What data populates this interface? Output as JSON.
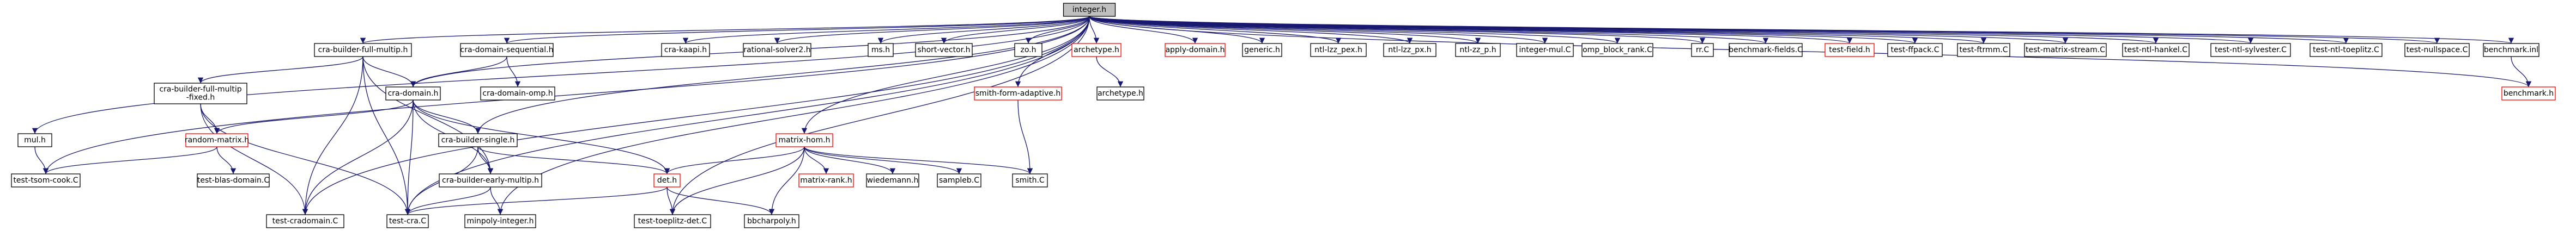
{
  "colors": {
    "edge": "#191970",
    "missing_node_border": "#ff0000",
    "root_fill": "#bfbfbf"
  },
  "nodes": [
    {
      "id": "integer_h",
      "label": "integer.h",
      "kind": "root"
    },
    {
      "id": "mul_h",
      "label": "mul.h",
      "kind": "normal"
    },
    {
      "id": "cra_builder_full_multip_h",
      "label": "cra-builder-full-multip.h",
      "kind": "normal"
    },
    {
      "id": "cra_domain_sequential_h",
      "label": "cra-domain-sequential.h",
      "kind": "normal"
    },
    {
      "id": "cra_kaapi_h",
      "label": "cra-kaapi.h",
      "kind": "normal"
    },
    {
      "id": "rational_solver2_h",
      "label": "rational-solver2.h",
      "kind": "normal"
    },
    {
      "id": "ms_h",
      "label": "ms.h",
      "kind": "normal"
    },
    {
      "id": "short_vector_h",
      "label": "short-vector.h",
      "kind": "normal"
    },
    {
      "id": "zo_h",
      "label": "zo.h",
      "kind": "normal"
    },
    {
      "id": "archetype_h_red",
      "label": "archetype.h",
      "kind": "missing"
    },
    {
      "id": "apply_domain_h",
      "label": "apply-domain.h",
      "kind": "missing"
    },
    {
      "id": "generic_h",
      "label": "generic.h",
      "kind": "normal"
    },
    {
      "id": "ntl_lzz_pex_h",
      "label": "ntl-lzz_pex.h",
      "kind": "normal"
    },
    {
      "id": "ntl_lzz_px_h",
      "label": "ntl-lzz_px.h",
      "kind": "normal"
    },
    {
      "id": "ntl_zz_p_h",
      "label": "ntl-zz_p.h",
      "kind": "normal"
    },
    {
      "id": "integer_mul_c",
      "label": "integer-mul.C",
      "kind": "normal"
    },
    {
      "id": "omp_block_rank_c",
      "label": "omp_block_rank.C",
      "kind": "normal"
    },
    {
      "id": "rr_c",
      "label": "rr.C",
      "kind": "normal"
    },
    {
      "id": "benchmark_fields_c",
      "label": "benchmark-fields.C",
      "kind": "normal"
    },
    {
      "id": "test_field_h",
      "label": "test-field.h",
      "kind": "missing"
    },
    {
      "id": "test_ffpack_c",
      "label": "test-ffpack.C",
      "kind": "normal"
    },
    {
      "id": "test_ftrmm_c",
      "label": "test-ftrmm.C",
      "kind": "normal"
    },
    {
      "id": "test_matrix_stream_c",
      "label": "test-matrix-stream.C",
      "kind": "normal"
    },
    {
      "id": "test_ntl_hankel_c",
      "label": "test-ntl-hankel.C",
      "kind": "normal"
    },
    {
      "id": "test_ntl_sylvester_c",
      "label": "test-ntl-sylvester.C",
      "kind": "normal"
    },
    {
      "id": "test_ntl_toeplitz_c",
      "label": "test-ntl-toeplitz.C",
      "kind": "normal"
    },
    {
      "id": "test_nullspace_c",
      "label": "test-nullspace.C",
      "kind": "normal"
    },
    {
      "id": "benchmark_inl",
      "label": "benchmark.inl",
      "kind": "normal"
    },
    {
      "id": "cra_builder_full_multip_fixed_h",
      "label": "cra-builder-full-multip\n-fixed.h",
      "kind": "normal"
    },
    {
      "id": "cra_domain_omp_h",
      "label": "cra-domain-omp.h",
      "kind": "normal"
    },
    {
      "id": "cra_domain_h",
      "label": "cra-domain.h",
      "kind": "normal"
    },
    {
      "id": "smith_form_adaptive_h",
      "label": "smith-form-adaptive.h",
      "kind": "missing"
    },
    {
      "id": "archetype_h",
      "label": "archetype.h",
      "kind": "normal"
    },
    {
      "id": "benchmark_h",
      "label": "benchmark.h",
      "kind": "missing"
    },
    {
      "id": "random_matrix_h",
      "label": "random-matrix.h",
      "kind": "missing"
    },
    {
      "id": "cra_builder_single_h",
      "label": "cra-builder-single.h",
      "kind": "normal"
    },
    {
      "id": "matrix_hom_h",
      "label": "matrix-hom.h",
      "kind": "missing"
    },
    {
      "id": "test_tsom_cook_c",
      "label": "test-tsom-cook.C",
      "kind": "normal"
    },
    {
      "id": "test_blas_domain_c",
      "label": "test-blas-domain.C",
      "kind": "normal"
    },
    {
      "id": "cra_builder_early_multip_h",
      "label": "cra-builder-early-multip.h",
      "kind": "normal"
    },
    {
      "id": "det_h",
      "label": "det.h",
      "kind": "missing"
    },
    {
      "id": "matrix_rank_h",
      "label": "matrix-rank.h",
      "kind": "missing"
    },
    {
      "id": "wiedemann_h",
      "label": "wiedemann.h",
      "kind": "normal"
    },
    {
      "id": "sampleb_c",
      "label": "sampleb.C",
      "kind": "normal"
    },
    {
      "id": "smith_c",
      "label": "smith.C",
      "kind": "normal"
    },
    {
      "id": "test_cradomain_c",
      "label": "test-cradomain.C",
      "kind": "normal"
    },
    {
      "id": "test_cra_c",
      "label": "test-cra.C",
      "kind": "normal"
    },
    {
      "id": "minpoly_integer_h",
      "label": "minpoly-integer.h",
      "kind": "normal"
    },
    {
      "id": "test_toeplitz_det_c",
      "label": "test-toeplitz-det.C",
      "kind": "normal"
    },
    {
      "id": "bbcharpoly_h",
      "label": "bbcharpoly.h",
      "kind": "normal"
    }
  ],
  "edges": [
    [
      "integer_h",
      "mul_h"
    ],
    [
      "integer_h",
      "cra_builder_full_multip_h"
    ],
    [
      "integer_h",
      "cra_domain_sequential_h"
    ],
    [
      "integer_h",
      "cra_kaapi_h"
    ],
    [
      "integer_h",
      "rational_solver2_h"
    ],
    [
      "integer_h",
      "ms_h"
    ],
    [
      "integer_h",
      "short_vector_h"
    ],
    [
      "integer_h",
      "zo_h"
    ],
    [
      "integer_h",
      "archetype_h_red"
    ],
    [
      "integer_h",
      "apply_domain_h"
    ],
    [
      "integer_h",
      "generic_h"
    ],
    [
      "integer_h",
      "ntl_lzz_pex_h"
    ],
    [
      "integer_h",
      "ntl_lzz_px_h"
    ],
    [
      "integer_h",
      "ntl_zz_p_h"
    ],
    [
      "integer_h",
      "integer_mul_c"
    ],
    [
      "integer_h",
      "omp_block_rank_c"
    ],
    [
      "integer_h",
      "rr_c"
    ],
    [
      "integer_h",
      "benchmark_fields_c"
    ],
    [
      "integer_h",
      "test_field_h"
    ],
    [
      "integer_h",
      "test_ffpack_c"
    ],
    [
      "integer_h",
      "test_ftrmm_c"
    ],
    [
      "integer_h",
      "test_matrix_stream_c"
    ],
    [
      "integer_h",
      "test_ntl_hankel_c"
    ],
    [
      "integer_h",
      "test_ntl_sylvester_c"
    ],
    [
      "integer_h",
      "test_ntl_toeplitz_c"
    ],
    [
      "integer_h",
      "test_nullspace_c"
    ],
    [
      "integer_h",
      "benchmark_inl"
    ],
    [
      "integer_h",
      "benchmark_h"
    ],
    [
      "integer_h",
      "test_tsom_cook_c"
    ],
    [
      "integer_h",
      "cra_domain_h"
    ],
    [
      "integer_h",
      "cra_builder_single_h"
    ],
    [
      "integer_h",
      "smith_form_adaptive_h"
    ],
    [
      "integer_h",
      "matrix_hom_h"
    ],
    [
      "integer_h",
      "test_toeplitz_det_c"
    ],
    [
      "integer_h",
      "test_cradomain_c"
    ],
    [
      "integer_h",
      "test_cra_c"
    ],
    [
      "integer_h",
      "minpoly_integer_h"
    ],
    [
      "mul_h",
      "test_tsom_cook_c"
    ],
    [
      "cra_builder_full_multip_h",
      "cra_builder_full_multip_fixed_h"
    ],
    [
      "cra_builder_full_multip_h",
      "cra_domain_h"
    ],
    [
      "cra_builder_full_multip_h",
      "test_cradomain_c"
    ],
    [
      "cra_builder_full_multip_h",
      "test_cra_c"
    ],
    [
      "cra_builder_full_multip_h",
      "cra_builder_early_multip_h"
    ],
    [
      "cra_domain_sequential_h",
      "cra_domain_omp_h"
    ],
    [
      "cra_domain_sequential_h",
      "cra_domain_h"
    ],
    [
      "cra_builder_full_multip_fixed_h",
      "random_matrix_h"
    ],
    [
      "cra_builder_full_multip_fixed_h",
      "test_cradomain_c"
    ],
    [
      "cra_builder_full_multip_fixed_h",
      "test_cra_c"
    ],
    [
      "cra_domain_h",
      "random_matrix_h"
    ],
    [
      "cra_domain_h",
      "cra_builder_single_h"
    ],
    [
      "cra_domain_h",
      "det_h"
    ],
    [
      "cra_domain_h",
      "test_cradomain_c"
    ],
    [
      "cra_domain_h",
      "test_cra_c"
    ],
    [
      "cra_domain_h",
      "cra_builder_early_multip_h"
    ],
    [
      "random_matrix_h",
      "test_tsom_cook_c"
    ],
    [
      "random_matrix_h",
      "test_blas_domain_c"
    ],
    [
      "cra_builder_single_h",
      "cra_builder_early_multip_h"
    ],
    [
      "cra_builder_single_h",
      "test_cra_c"
    ],
    [
      "cra_builder_single_h",
      "det_h"
    ],
    [
      "cra_builder_early_multip_h",
      "test_cra_c"
    ],
    [
      "cra_builder_early_multip_h",
      "minpoly_integer_h"
    ],
    [
      "archetype_h_red",
      "archetype_h"
    ],
    [
      "smith_form_adaptive_h",
      "smith_c"
    ],
    [
      "benchmark_inl",
      "benchmark_h"
    ],
    [
      "matrix_hom_h",
      "det_h"
    ],
    [
      "matrix_hom_h",
      "matrix_rank_h"
    ],
    [
      "matrix_hom_h",
      "wiedemann_h"
    ],
    [
      "matrix_hom_h",
      "sampleb_c"
    ],
    [
      "matrix_hom_h",
      "smith_c"
    ],
    [
      "matrix_hom_h",
      "test_toeplitz_det_c"
    ],
    [
      "matrix_hom_h",
      "bbcharpoly_h"
    ],
    [
      "det_h",
      "test_toeplitz_det_c"
    ],
    [
      "det_h",
      "bbcharpoly_h"
    ],
    [
      "det_h",
      "test_cra_c"
    ]
  ]
}
